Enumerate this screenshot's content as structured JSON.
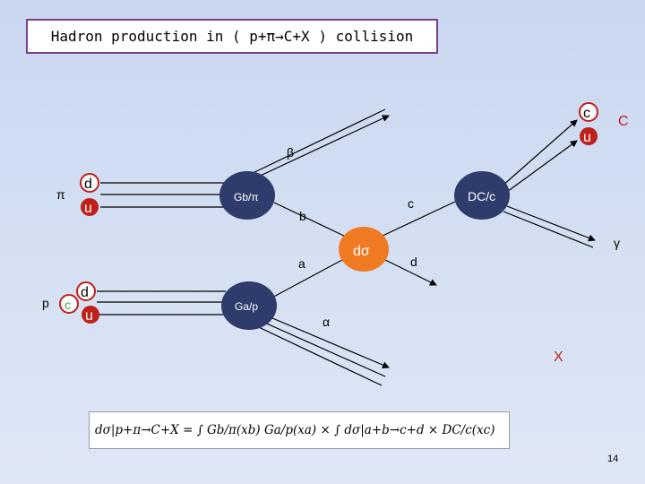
{
  "title": "Hadron production in ( p+π→C+X ) collision",
  "pion": {
    "label": "π",
    "quarks": [
      "d",
      "u"
    ]
  },
  "proton": {
    "label": "p",
    "quarks": [
      "d",
      "c",
      "u"
    ]
  },
  "pdf_pion": "Gb/π",
  "pdf_proton": "Ga/p",
  "cross_section": "dσ",
  "fragmentation": "DC/c",
  "meson_C": {
    "label": "C",
    "quarks": [
      "c",
      "u"
    ]
  },
  "partons": {
    "a": "a",
    "b": "b",
    "c": "c",
    "d": "d"
  },
  "greek": {
    "alpha": "α",
    "beta": "β",
    "gamma": "γ"
  },
  "X_label": "X",
  "formula": "dσ|p+π→C+X = ∫ Gb/π(xb) Ga/p(xa) × ∫ dσ|a+b→c+d × DC/c(xc)",
  "page_number": "14",
  "colors": {
    "quark_red": "#c0201a",
    "orange": "#f07a22",
    "dark_blue": "#2f3c6b",
    "title_border": "#7a3e8a"
  }
}
